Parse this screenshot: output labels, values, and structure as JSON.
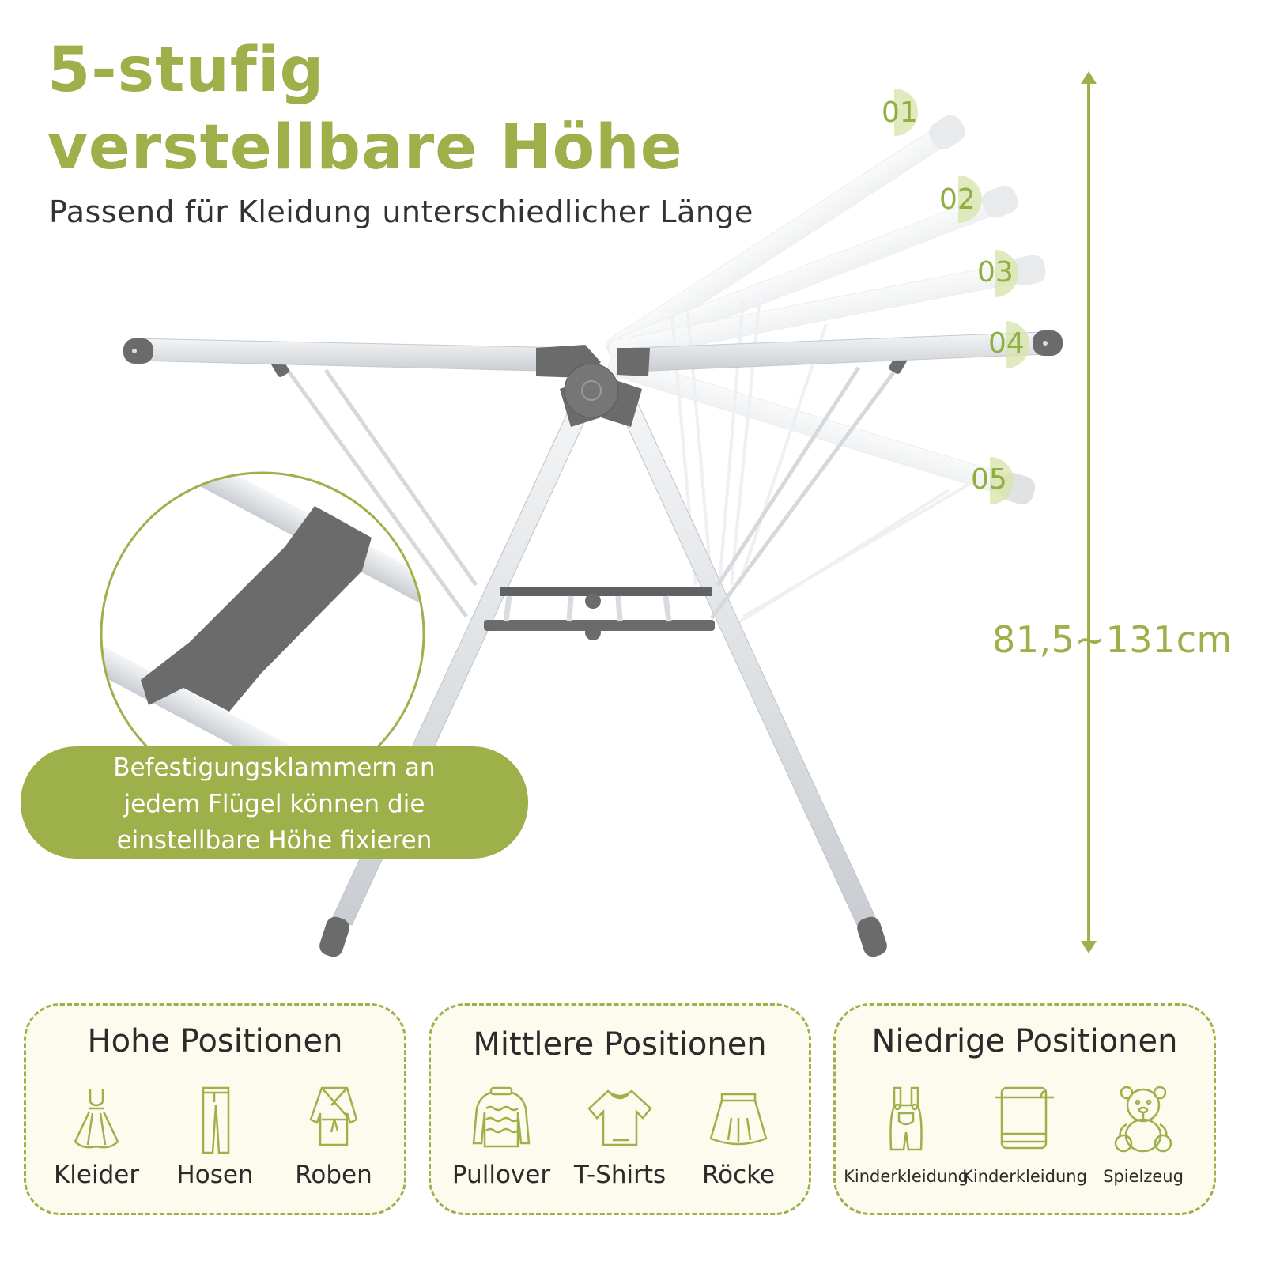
{
  "header": {
    "title_line1": "5-stufig",
    "title_line2": "verstellbare Höhe",
    "subtitle": "Passend für Kleidung unterschiedlicher Länge"
  },
  "positions": [
    {
      "label": "01"
    },
    {
      "label": "02"
    },
    {
      "label": "03"
    },
    {
      "label": "04"
    },
    {
      "label": "05"
    }
  ],
  "dimension": {
    "label": "81,5~131cm",
    "icon": "double-vertical-arrow-icon"
  },
  "callout": {
    "line1": "Befestigungsklammern an",
    "line2": "jedem Flügel können die",
    "line3": "einstellbare Höhe fixieren"
  },
  "cards": [
    {
      "title": "Hohe Positionen",
      "items": [
        {
          "label": "Kleider",
          "icon": "dress-icon"
        },
        {
          "label": "Hosen",
          "icon": "trousers-icon"
        },
        {
          "label": "Roben",
          "icon": "robe-icon"
        }
      ]
    },
    {
      "title": "Mittlere Positionen",
      "items": [
        {
          "label": "Pullover",
          "icon": "sweater-icon"
        },
        {
          "label": "T-Shirts",
          "icon": "tshirt-icon"
        },
        {
          "label": "Röcke",
          "icon": "skirt-icon"
        }
      ]
    },
    {
      "title": "Niedrige Positionen",
      "items": [
        {
          "label": "Kinderkleidung",
          "icon": "overalls-icon"
        },
        {
          "label": "Kinderkleidung",
          "icon": "towel-icon"
        },
        {
          "label": "Spielzeug",
          "icon": "teddy-bear-icon"
        }
      ]
    }
  ],
  "colors": {
    "accent_green": "#9db04a",
    "card_background": "#fcfbee",
    "text_dark": "#2b2b2b",
    "frame_gray": "#6b6b6b",
    "aluminium": "#e6e8ea"
  }
}
